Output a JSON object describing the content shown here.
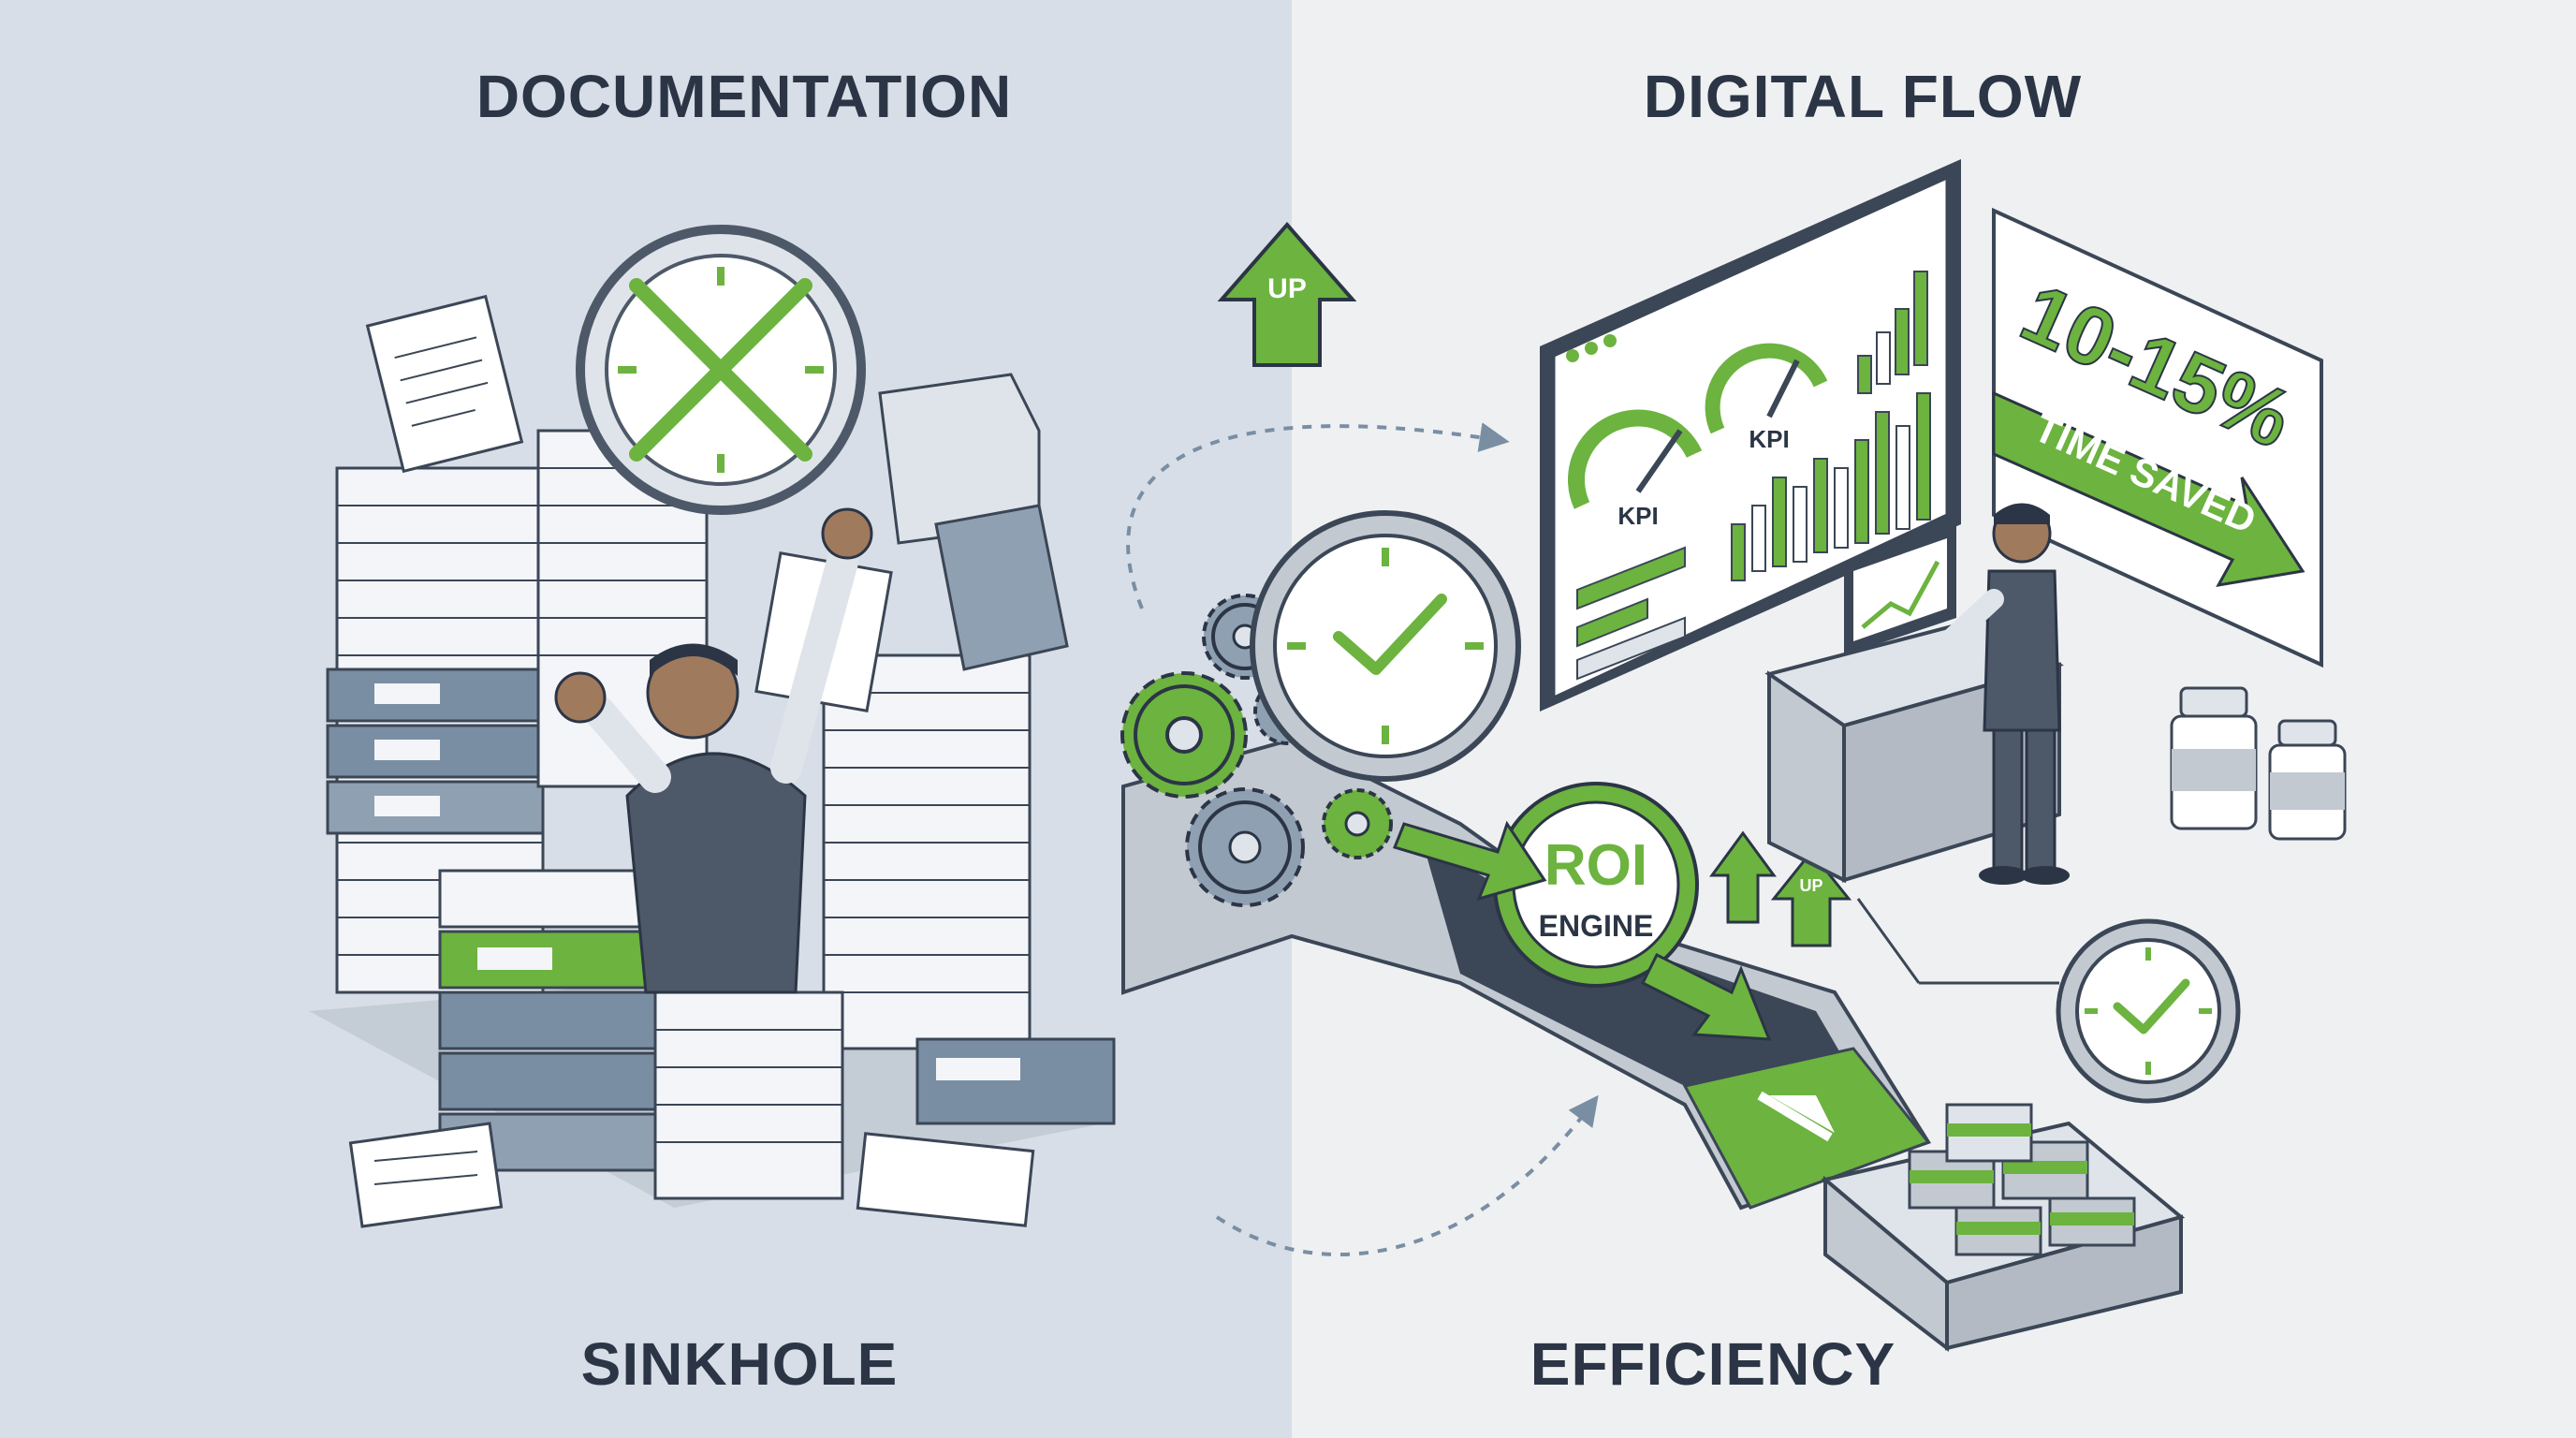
{
  "headings": {
    "top_left": "DOCUMENTATION",
    "bottom_left": "SINKHOLE",
    "top_right": "DIGITAL FLOW",
    "bottom_right": "EFFICIENCY"
  },
  "labels": {
    "up_arrow_main": "UP",
    "up_arrow_small": "UP",
    "kpi_gauge_1": "KPI",
    "kpi_gauge_2": "KPI",
    "roi_line1": "ROI",
    "roi_line2": "ENGINE",
    "time_saved_value": "10-15%",
    "time_saved_caption": "TIME SAVED"
  },
  "icons": [
    "crossed-clock-icon",
    "document-icon",
    "folder-icon",
    "binder-icon",
    "gear-icon",
    "clock-check-icon",
    "dashboard-icon",
    "gauge-icon",
    "bar-chart-icon",
    "arrow-up-icon",
    "arrow-right-icon",
    "medicine-bottle-icon",
    "cash-bundle-icon",
    "person-icon"
  ],
  "colors": {
    "left_bg": "#d7dee7",
    "right_bg": "#eef0f2",
    "accent_green": "#6cb33f",
    "dark_ink": "#2b3545",
    "metal": "#c3c9d1"
  }
}
